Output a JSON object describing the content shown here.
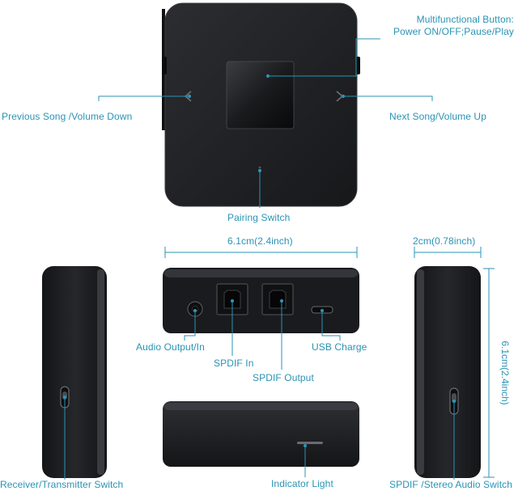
{
  "top_view": {
    "multifunction_button_label": [
      "Multifunctional Button:",
      "Power ON/OFF;Pause/Play"
    ],
    "previous_label": "Previous Song /Volume Down",
    "next_label": "Next Song/Volume Up",
    "pairing_label": "Pairing Switch"
  },
  "back_view": {
    "width_dimension": "6.1cm(2.4inch)",
    "audio_output_label": "Audio Output/In",
    "spdif_in_label": "SPDIF In",
    "spdif_output_label": "SPDIF Output",
    "usb_label": "USB Charge"
  },
  "front_view": {
    "indicator_label": "Indicator Light"
  },
  "left_side_view": {
    "receiver_transmitter_label": "Receiver/Transmitter Switch"
  },
  "right_side_view": {
    "thickness_dimension": "2cm(0.78inch)",
    "height_dimension": "6.1cm(2.4inch)",
    "spdif_stereo_label": "SPDIF /Stereo Audio Switch"
  },
  "colors": {
    "accent": "#2a93b5",
    "device_body": "#1e1f22",
    "device_edge": "#3a3b3f"
  }
}
